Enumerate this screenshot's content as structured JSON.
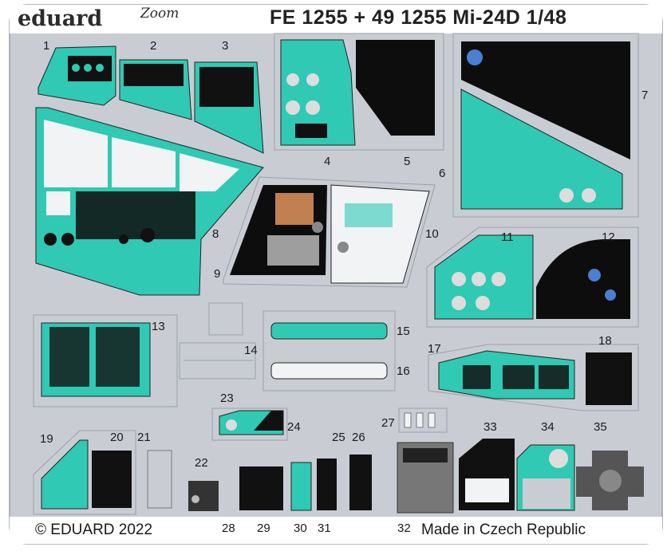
{
  "brand": {
    "name": "eduard",
    "sub": "Zoom"
  },
  "title": "FE 1255 + 49 1255  Mi-24D  1/48",
  "footer": {
    "copyright": "© EDUARD 2022",
    "origin": "Made in Czech Republic"
  },
  "colors": {
    "fret": "#c9cdd3",
    "fret_edge": "#9aa0a8",
    "teal": "#2fc9b4",
    "black": "#0d0d0d",
    "white_panel": "#f2f3f5"
  },
  "part_numbers": [
    {
      "label": "1"
    },
    {
      "label": "2"
    },
    {
      "label": "3"
    },
    {
      "label": "4"
    },
    {
      "label": "5"
    },
    {
      "label": "6"
    },
    {
      "label": "7"
    },
    {
      "label": "8"
    },
    {
      "label": "9"
    },
    {
      "label": "10"
    },
    {
      "label": "11"
    },
    {
      "label": "12"
    },
    {
      "label": "13"
    },
    {
      "label": "14"
    },
    {
      "label": "15"
    },
    {
      "label": "16"
    },
    {
      "label": "17"
    },
    {
      "label": "18"
    },
    {
      "label": "19"
    },
    {
      "label": "20"
    },
    {
      "label": "21"
    },
    {
      "label": "22"
    },
    {
      "label": "23"
    },
    {
      "label": "24"
    },
    {
      "label": "25"
    },
    {
      "label": "26"
    },
    {
      "label": "27"
    },
    {
      "label": "28"
    },
    {
      "label": "29"
    },
    {
      "label": "30"
    },
    {
      "label": "31"
    },
    {
      "label": "32"
    },
    {
      "label": "33"
    },
    {
      "label": "34"
    },
    {
      "label": "35"
    }
  ]
}
